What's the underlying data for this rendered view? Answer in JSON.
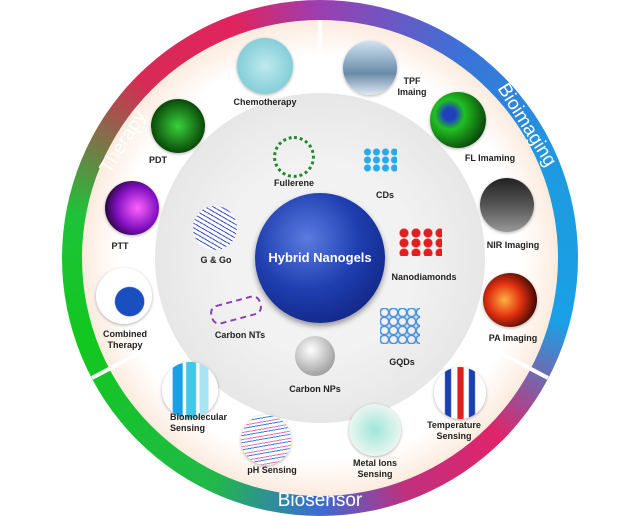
{
  "center": "Hybrid Nanogels",
  "sections": {
    "therapy": "Therapy",
    "bioimaging": "Bioimaging",
    "biosensor": "Biosensor"
  },
  "therapy": {
    "chemo": "Chemotherapy",
    "pdt": "PDT",
    "ptt": "PTT",
    "combined": "Combined Therapy"
  },
  "bioimaging": {
    "tpf": "TPF Imaing",
    "fl": "FL Imaming",
    "nir": "NIR Imaging",
    "pa": "PA Imaging"
  },
  "biosensor": {
    "temp": "Temperature Sensing",
    "metal": "Metal Ions Sensing",
    "ph": "pH Sensing",
    "bio": "Biomolecular Sensing"
  },
  "materials": {
    "fullerene": "Fullerene",
    "cds": "CDs",
    "nanodiamonds": "Nanodiamonds",
    "gqds": "GQDs",
    "cnps": "Carbon NPs",
    "cnts": "Carbon NTs",
    "ggo": "G & Go"
  }
}
